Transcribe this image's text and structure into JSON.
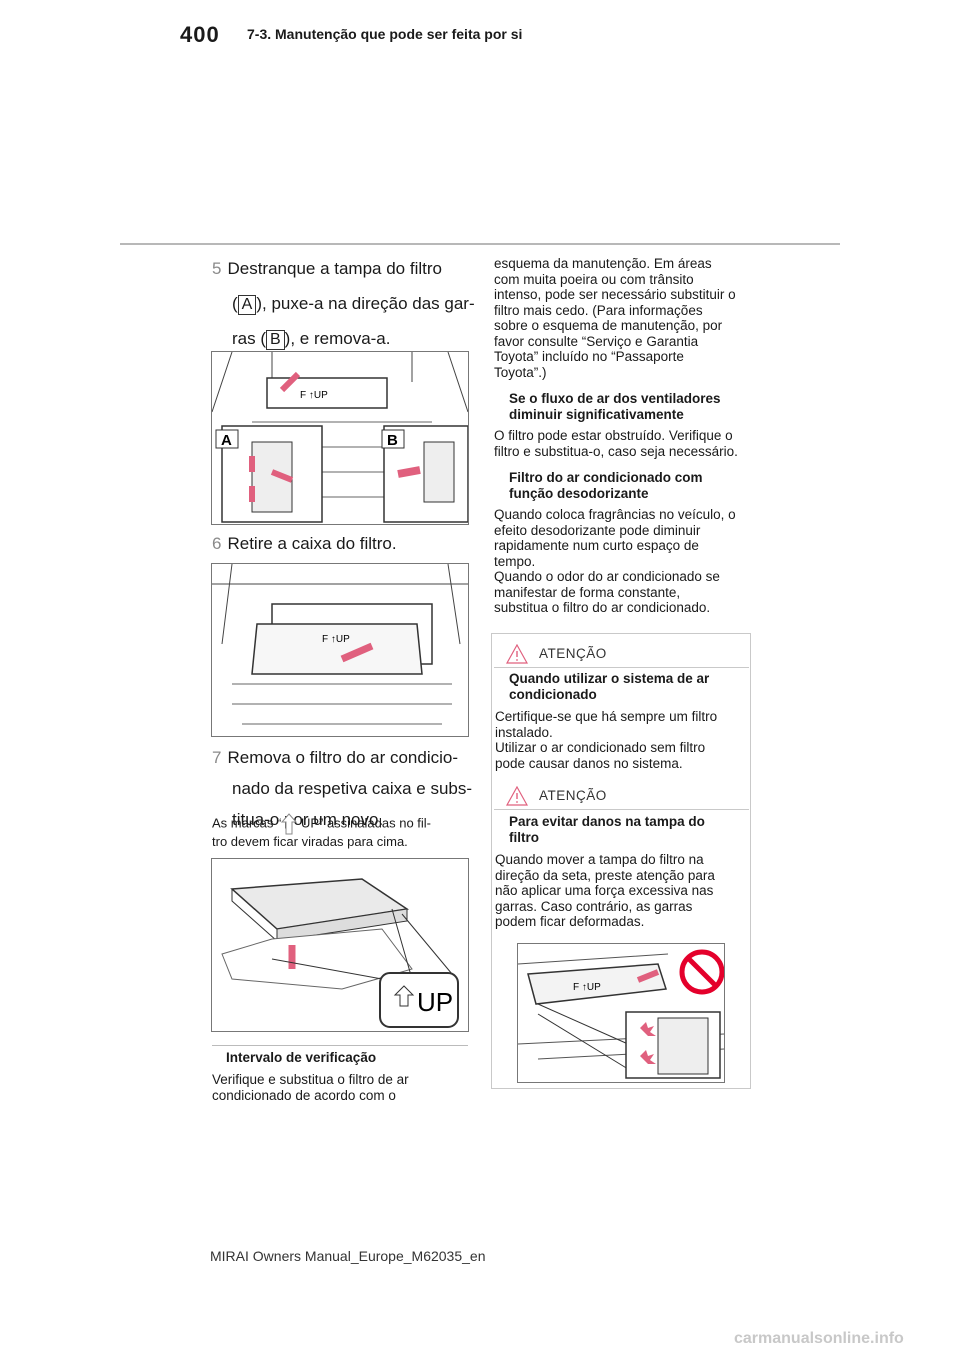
{
  "header": {
    "page_number": "400",
    "section": "7-3. Manutenção que pode ser feita por si"
  },
  "left": {
    "step5": {
      "num": "5",
      "line1": "Destranque a tampa do filtro",
      "line2_pre": "(",
      "letter_a": "A",
      "line2_post": "), puxe-a na direção das gar-",
      "line3_pre": "ras (",
      "letter_b": "B",
      "line3_post": "), e remova-a."
    },
    "fig1": {
      "label_a": "A",
      "label_b": "B",
      "lid_text": "F ↑UP"
    },
    "step6": {
      "num": "6",
      "text": "Retire a caixa do filtro."
    },
    "fig2": {
      "lid_text": "F ↑UP"
    },
    "step7": {
      "num": "7",
      "line1": "Remova o filtro do ar condicio-",
      "line2": "nado da respetiva caixa e subs-",
      "line3": "titua-o por um novo."
    },
    "note": {
      "line1_pre": "As marcas “",
      "line1_post": " UP” assinaladas no fil-",
      "line2": "tro devem ficar viradas para cima."
    },
    "fig3": {
      "up_text": "UP"
    },
    "interval": {
      "title": "Intervalo de verificação",
      "line1": "Verifique e substitua o filtro de ar",
      "line2": "condicionado de acordo com o"
    }
  },
  "right": {
    "para1": [
      "esquema da manutenção. Em áreas",
      "com muita poeira ou com trânsito",
      "intenso, pode ser necessário substituir o",
      "filtro mais cedo. (Para informações",
      "sobre o esquema de manutenção, por",
      "favor consulte “Serviço e Garantia",
      "Toyota” incluído no “Passaporte",
      "Toyota”.)"
    ],
    "airflow": {
      "title1": "Se o fluxo de ar dos ventiladores",
      "title2": "diminuir significativamente",
      "line1": "O filtro pode estar obstruído. Verifique o",
      "line2": "filtro e substitua-o, caso seja necessário."
    },
    "deodor": {
      "title1": "Filtro do ar condicionado com",
      "title2": "função desodorizante",
      "lines": [
        "Quando coloca fragrâncias no veículo, o",
        "efeito desodorizante pode diminuir",
        "rapidamente num curto espaço de",
        "tempo.",
        "Quando o odor do ar condicionado se",
        "manifestar de forma constante,",
        "substitua o filtro do ar condicionado."
      ]
    },
    "warning1": {
      "heading": "ATENÇÃO",
      "title1": "Quando utilizar o sistema de ar",
      "title2": "condicionado",
      "lines": [
        "Certifique-se que há sempre um filtro",
        "instalado.",
        "Utilizar o ar condicionado sem filtro",
        "pode causar danos no sistema."
      ]
    },
    "warning2": {
      "heading": "ATENÇÃO",
      "title1": "Para evitar danos na tampa do",
      "title2": "filtro",
      "lines": [
        "Quando mover a tampa do filtro na",
        "direção da seta, preste atenção para",
        "não aplicar uma força excessiva nas",
        "garras. Caso contrário, as garras",
        "podem ficar deformadas."
      ]
    },
    "fig4": {
      "lid_text": "F ↑UP"
    }
  },
  "footer": {
    "text": "MIRAI Owners Manual_Europe_M62035_en",
    "watermark": "carmanualsonline.info"
  },
  "colors": {
    "accent_pink": "#e0607e",
    "warning_red": "#e4002b",
    "rule_gray": "#b8b8b8"
  }
}
